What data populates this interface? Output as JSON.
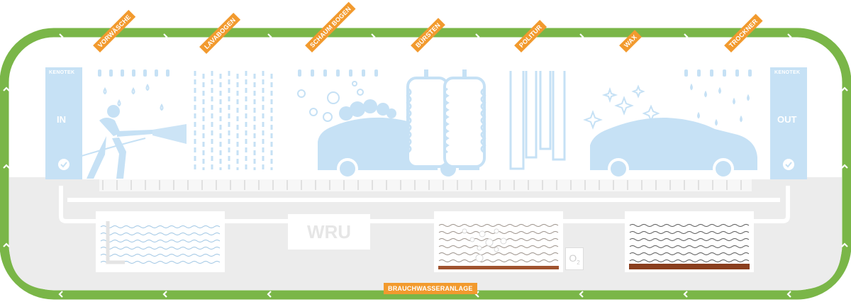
{
  "stations": [
    {
      "id": "vorwasche",
      "label": "VORWÄSCHE"
    },
    {
      "id": "lavabogen",
      "label": "LAVABOGEN"
    },
    {
      "id": "schaum",
      "label": "SCHAUM BOGEN"
    },
    {
      "id": "buersten",
      "label": "BÜRSTEN"
    },
    {
      "id": "politur",
      "label": "POLITUR"
    },
    {
      "id": "wax",
      "label": "WAX"
    },
    {
      "id": "trockner",
      "label": "TROCKNER"
    }
  ],
  "entry_label": "IN",
  "exit_label": "OUT",
  "brand_left": "KENOTEK",
  "brand_right": "KENOTEK",
  "wru_label": "WRU",
  "o2_label": "O",
  "o2_sub": "2",
  "bottom_label": "BRAUCHWASSERANLAGE",
  "colors": {
    "loop": "#7ab648",
    "tag": "#f29a2e",
    "booth": "#c6e1f5",
    "ground": "#ececec"
  }
}
